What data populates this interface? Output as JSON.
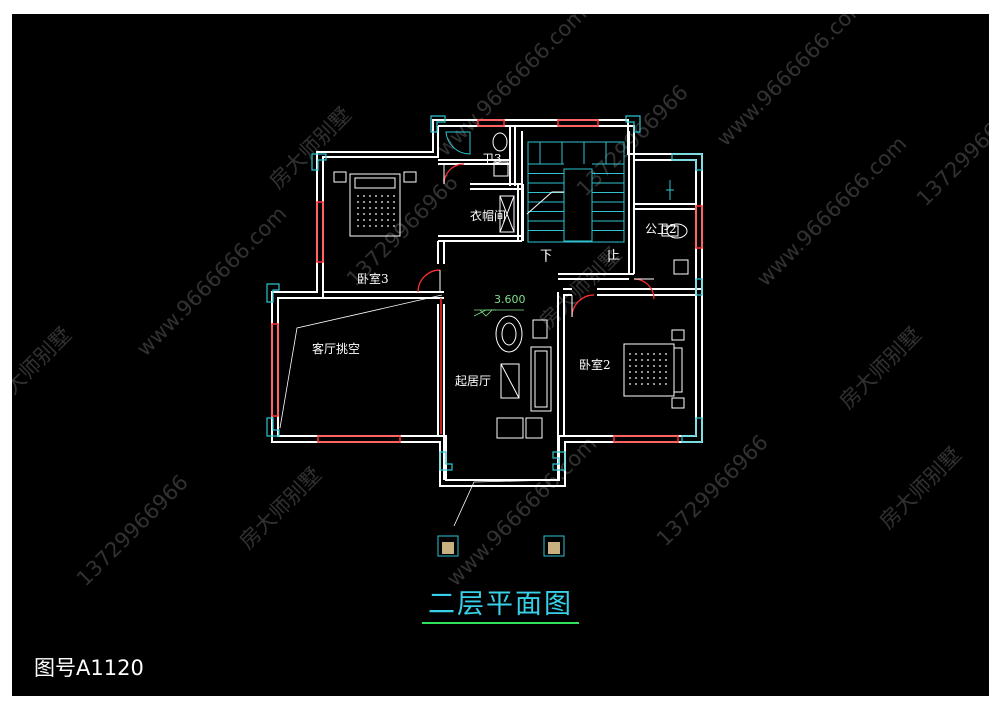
{
  "drawing": {
    "title": "二层平面图",
    "code": "图号A1120",
    "level": "3.600"
  },
  "rooms": {
    "bath3": "卫3",
    "cloakroom": "衣帽间",
    "bedroom3": "卧室3",
    "living_void": "客厅挑空",
    "family_room": "起居厅",
    "bedroom2": "卧室2",
    "public_bath2": "公卫2",
    "stair_down": "下",
    "stair_up": "上"
  },
  "watermark": {
    "brand": "房大师别墅",
    "phone": "13729966966",
    "site": "www.9666666.com"
  },
  "colors": {
    "background": "#000000",
    "wall": "#ffffff",
    "window": "#ff3030",
    "column": "#2ec4d0",
    "furniture": "#ffffff",
    "title": "#38d0e8",
    "underline": "#2ee05a"
  }
}
